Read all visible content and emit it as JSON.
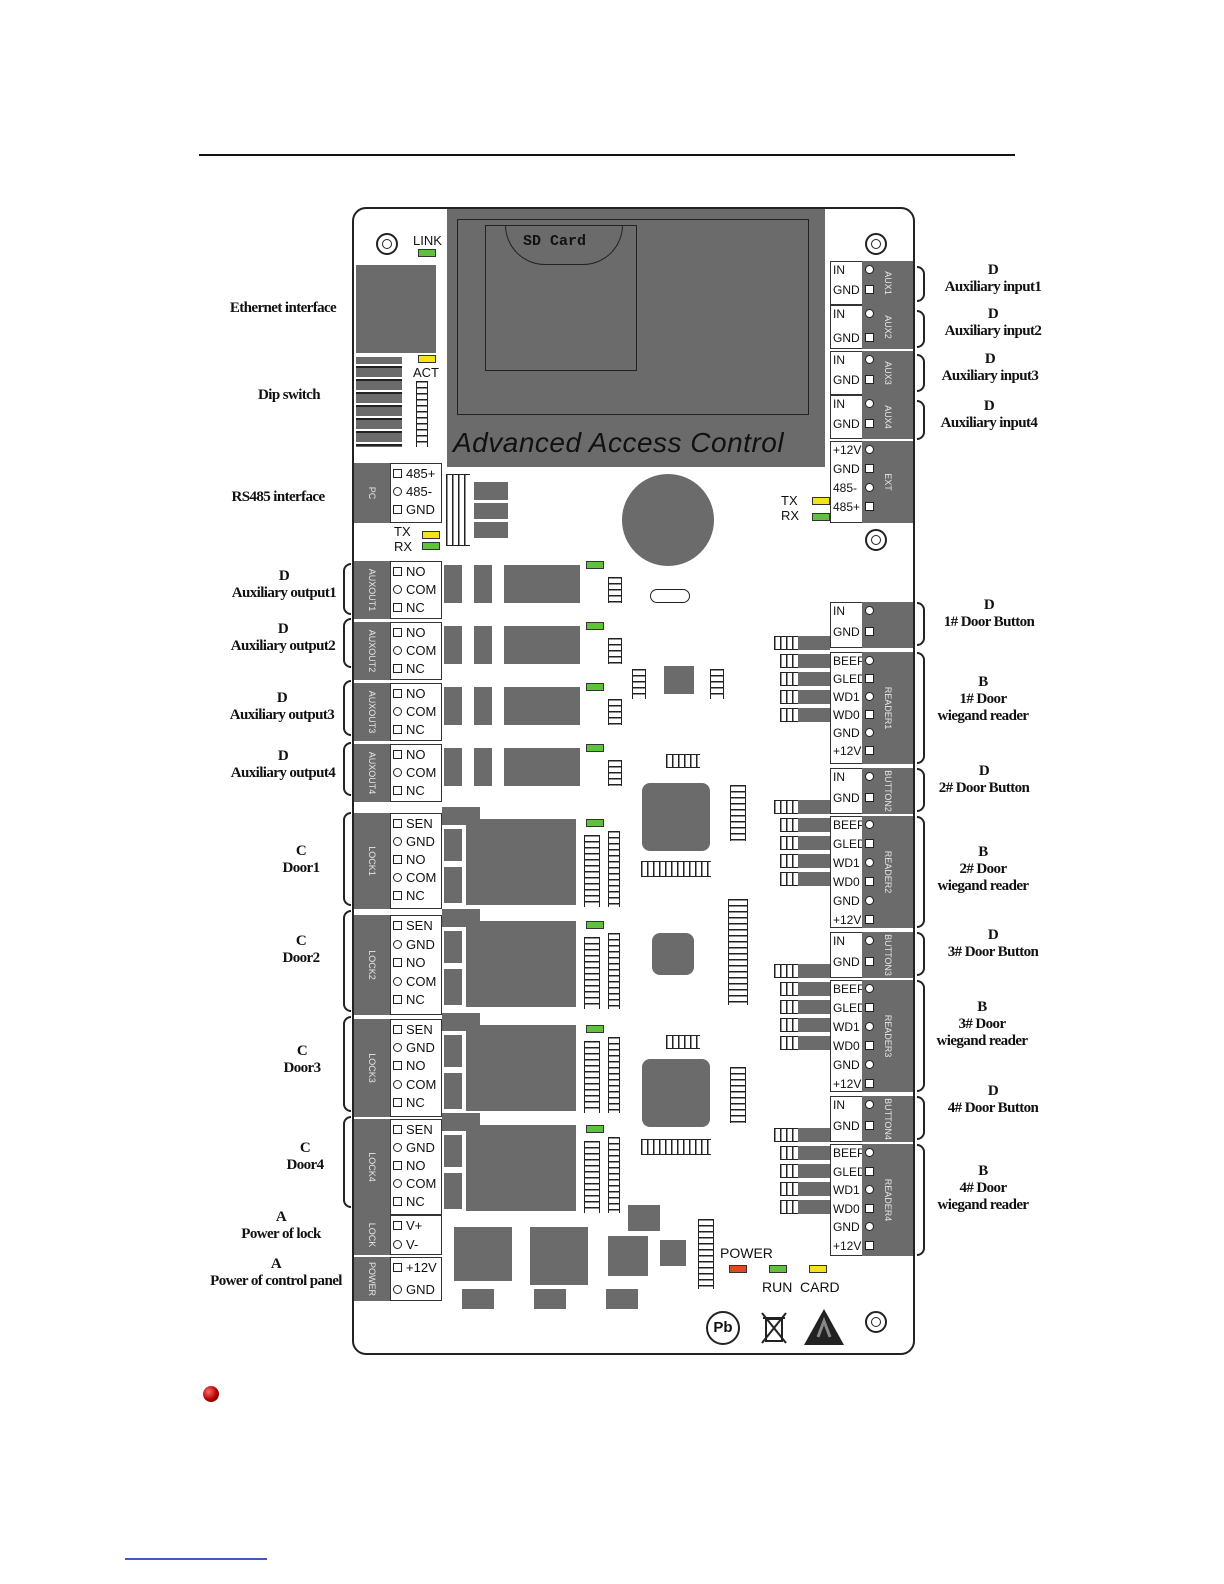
{
  "board": {
    "title": "Advanced Access Control",
    "sd_card": "SD Card",
    "led_link": "LINK",
    "led_act": "ACT",
    "led_tx": "TX",
    "led_rx": "RX",
    "led_power": "POWER",
    "led_run": "RUN",
    "led_card": "CARD",
    "pb_mark": "Pb"
  },
  "colors": {
    "board_gray": "#6b6b6b",
    "led_green": "#5cc33a",
    "led_yellow": "#f4e21a",
    "led_red": "#e2491c"
  },
  "left_callouts": [
    {
      "id": "ethernet",
      "line1": "",
      "line2": "Ethernet interface"
    },
    {
      "id": "dip",
      "line1": "",
      "line2": "Dip switch"
    },
    {
      "id": "rs485",
      "line1": "",
      "line2": "RS485  interface"
    },
    {
      "id": "aux1",
      "line1": "D",
      "line2": "Auxiliary output1"
    },
    {
      "id": "aux2",
      "line1": "D",
      "line2": "Auxiliary output2"
    },
    {
      "id": "aux3",
      "line1": "D",
      "line2": "Auxiliary output3"
    },
    {
      "id": "aux4",
      "line1": "D",
      "line2": "Auxiliary output4"
    },
    {
      "id": "door1",
      "line1": "C",
      "line2": "Door1"
    },
    {
      "id": "door2",
      "line1": "C",
      "line2": "Door2"
    },
    {
      "id": "door3",
      "line1": "C",
      "line2": "Door3"
    },
    {
      "id": "door4",
      "line1": "C",
      "line2": "Door4"
    },
    {
      "id": "powlock",
      "line1": "A",
      "line2": "Power of lock"
    },
    {
      "id": "powpanel",
      "line1": "A",
      "line2": "Power of control panel"
    }
  ],
  "right_callouts": [
    {
      "id": "in1",
      "line1": "D",
      "line2": "Auxiliary input1",
      "line3": ""
    },
    {
      "id": "in2",
      "line1": "D",
      "line2": "Auxiliary input2",
      "line3": ""
    },
    {
      "id": "in3",
      "line1": "D",
      "line2": "Auxiliary input3",
      "line3": ""
    },
    {
      "id": "in4",
      "line1": "D",
      "line2": "Auxiliary input4",
      "line3": ""
    },
    {
      "id": "btn1",
      "line1": "D",
      "line2": "1# Door Button",
      "line3": ""
    },
    {
      "id": "rd1",
      "line1": "B",
      "line2": "1# Door",
      "line3": "wiegand reader"
    },
    {
      "id": "btn2",
      "line1": "D",
      "line2": "2# Door Button",
      "line3": ""
    },
    {
      "id": "rd2",
      "line1": "B",
      "line2": "2# Door",
      "line3": "wiegand reader"
    },
    {
      "id": "btn3",
      "line1": "D",
      "line2": "3# Door Button",
      "line3": ""
    },
    {
      "id": "rd3",
      "line1": "B",
      "line2": "3# Door",
      "line3": "wiegand reader"
    },
    {
      "id": "btn4",
      "line1": "D",
      "line2": "4# Door Button",
      "line3": ""
    },
    {
      "id": "rd4",
      "line1": "B",
      "line2": "4# Door",
      "line3": "wiegand reader"
    }
  ],
  "left_blocks": [
    {
      "id": "pc",
      "side": "PC",
      "pins": [
        "485+",
        "485-",
        "GND"
      ]
    },
    {
      "id": "auxout1",
      "side": "AUXOUT1",
      "pins": [
        "NO",
        "COM",
        "NC"
      ]
    },
    {
      "id": "auxout2",
      "side": "AUXOUT2",
      "pins": [
        "NO",
        "COM",
        "NC"
      ]
    },
    {
      "id": "auxout3",
      "side": "AUXOUT3",
      "pins": [
        "NO",
        "COM",
        "NC"
      ]
    },
    {
      "id": "auxout4",
      "side": "AUXOUT4",
      "pins": [
        "NO",
        "COM",
        "NC"
      ]
    },
    {
      "id": "lock1",
      "side": "LOCK1",
      "pins": [
        "SEN",
        "GND",
        "NO",
        "COM",
        "NC"
      ]
    },
    {
      "id": "lock2",
      "side": "LOCK2",
      "pins": [
        "SEN",
        "GND",
        "NO",
        "COM",
        "NC"
      ]
    },
    {
      "id": "lock3",
      "side": "LOCK3",
      "pins": [
        "SEN",
        "GND",
        "NO",
        "COM",
        "NC"
      ]
    },
    {
      "id": "lock4",
      "side": "LOCK4",
      "pins": [
        "SEN",
        "GND",
        "NO",
        "COM",
        "NC"
      ]
    },
    {
      "id": "lockpow",
      "side": "LOCK",
      "pins": [
        "V+",
        "V-"
      ]
    },
    {
      "id": "power",
      "side": "POWER",
      "pins": [
        "+12V",
        "GND"
      ]
    }
  ],
  "right_blocks": [
    {
      "id": "aux1",
      "side": "AUX1",
      "pins": [
        "IN",
        "GND"
      ]
    },
    {
      "id": "aux2",
      "side": "AUX2",
      "pins": [
        "IN",
        "GND"
      ]
    },
    {
      "id": "aux3",
      "side": "AUX3",
      "pins": [
        "IN",
        "GND"
      ]
    },
    {
      "id": "aux4",
      "side": "AUX4",
      "pins": [
        "IN",
        "GND"
      ]
    },
    {
      "id": "ext",
      "side": "EXT",
      "pins": [
        "+12V",
        "GND",
        "485-",
        "485+"
      ]
    },
    {
      "id": "button1",
      "side": "",
      "pins": [
        "IN",
        "GND"
      ]
    },
    {
      "id": "reader1",
      "side": "READER1",
      "pins": [
        "BEEP",
        "GLED",
        "WD1",
        "WD0",
        "GND",
        "+12V"
      ]
    },
    {
      "id": "button2",
      "side": "BUTTON2",
      "pins": [
        "IN",
        "GND"
      ]
    },
    {
      "id": "reader2",
      "side": "READER2",
      "pins": [
        "BEEP",
        "GLED",
        "WD1",
        "WD0",
        "GND",
        "+12V"
      ]
    },
    {
      "id": "button3",
      "side": "BUTTON3",
      "pins": [
        "IN",
        "GND"
      ]
    },
    {
      "id": "reader3",
      "side": "READER3",
      "pins": [
        "BEEP",
        "GLED",
        "WD1",
        "WD0",
        "GND",
        "+12V"
      ]
    },
    {
      "id": "button4",
      "side": "BUTTON4",
      "pins": [
        "IN",
        "GND"
      ]
    },
    {
      "id": "reader4",
      "side": "READER4",
      "pins": [
        "BEEP",
        "GLED",
        "WD1",
        "WD0",
        "GND",
        "+12V"
      ]
    }
  ]
}
